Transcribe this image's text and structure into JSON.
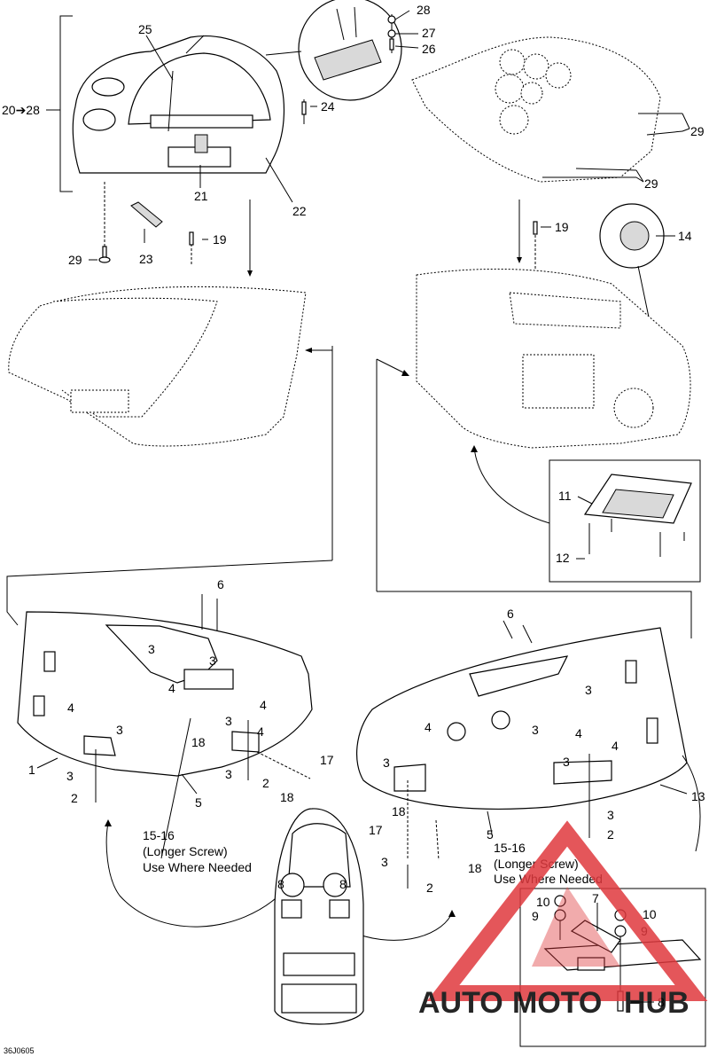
{
  "diagram": {
    "code": "36J0605",
    "group_label": "20➔28",
    "notes": {
      "left": [
        "15-16",
        "(Longer Screw)",
        "Use Where Needed"
      ],
      "right": [
        "15-16",
        "(Longer Screw)",
        "Use Where Needed"
      ]
    },
    "callouts_top_left": [
      "25",
      "21",
      "22",
      "24",
      "23",
      "29",
      "19",
      "28",
      "27",
      "26"
    ],
    "callouts_top_right": [
      "29",
      "29",
      "19",
      "14",
      "11",
      "12"
    ],
    "callouts_bottom_left": [
      "6",
      "3",
      "3",
      "4",
      "4",
      "3",
      "4",
      "18",
      "3",
      "4",
      "1",
      "3",
      "2",
      "3",
      "2",
      "5",
      "17",
      "18"
    ],
    "callouts_bottom_right": [
      "6",
      "3",
      "4",
      "3",
      "4",
      "4",
      "3",
      "3",
      "13",
      "5",
      "18",
      "17",
      "3",
      "2",
      "18",
      "3",
      "2",
      "7",
      "10",
      "9",
      "10",
      "9",
      "8",
      "8",
      "8"
    ]
  },
  "watermark": {
    "part1": "AUTO",
    "part2": "MOTO",
    "part3": "HUB",
    "color_red": "#e0393e",
    "color_orange": "#f2b34a",
    "color_gray": "#6d6e71"
  }
}
